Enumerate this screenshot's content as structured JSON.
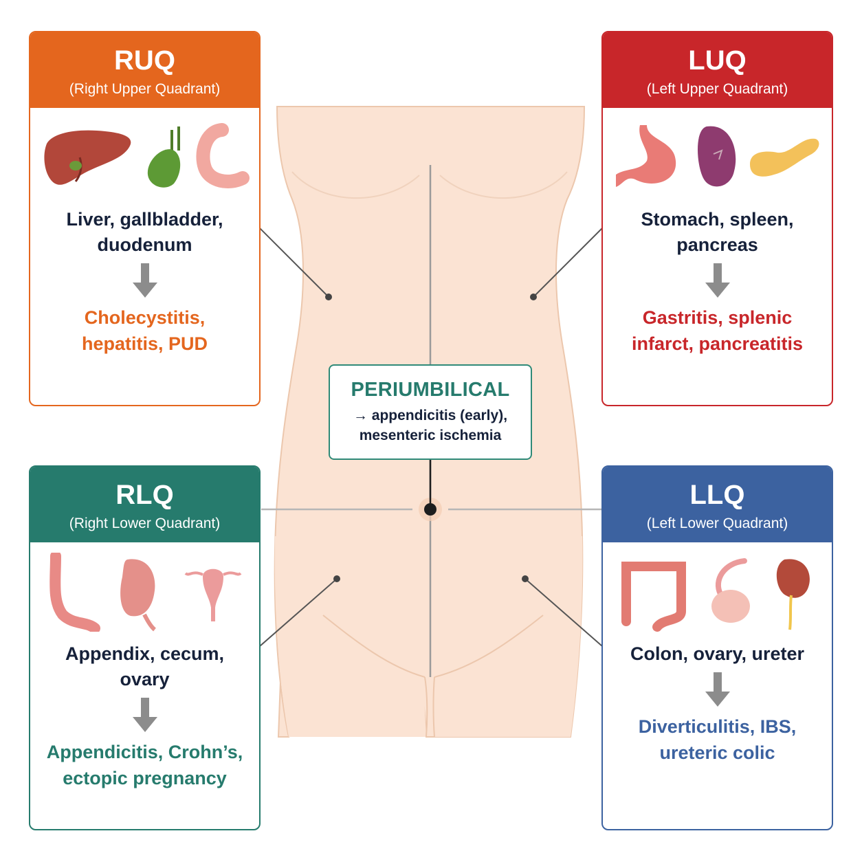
{
  "colors": {
    "ruq": "#e4661e",
    "luq": "#c8262a",
    "rlq": "#267b6d",
    "llq": "#3c62a0",
    "periumbilical": "#267b6d",
    "skin": "#fbe3d3"
  },
  "quadrants": {
    "ruq": {
      "abbr": "RUQ",
      "full_name": "(Right Upper Quadrant)",
      "organs": "Liver, gallbladder, duodenum",
      "organ_icons": [
        "liver-icon",
        "gallbladder-icon",
        "duodenum-icon"
      ],
      "conditions": "Cholecystitis, hepatitis, PUD"
    },
    "luq": {
      "abbr": "LUQ",
      "full_name": "(Left Upper Quadrant)",
      "organs": "Stomach, spleen, pancreas",
      "organ_icons": [
        "stomach-icon",
        "spleen-icon",
        "pancreas-icon"
      ],
      "conditions": "Gastritis, splenic infarct, pancreatitis"
    },
    "rlq": {
      "abbr": "RLQ",
      "full_name": "(Right Lower Quadrant)",
      "organs": "Appendix, cecum, ovary",
      "organ_icons": [
        "appendix-icon",
        "cecum-icon",
        "uterus-ovary-icon"
      ],
      "conditions": "Appendicitis, Crohn’s, ectopic pregnancy"
    },
    "llq": {
      "abbr": "LLQ",
      "full_name": "(Left Lower Quadrant)",
      "organs": "Colon, ovary, ureter",
      "organ_icons": [
        "colon-icon",
        "ovary-icon",
        "kidney-ureter-icon"
      ],
      "conditions": "Diverticulitis, IBS, ureteric colic"
    }
  },
  "periumbilical": {
    "title": "PERIUMBILICAL",
    "line1": "→ appendicitis (early),",
    "line2": "mesenteric ischemia"
  }
}
